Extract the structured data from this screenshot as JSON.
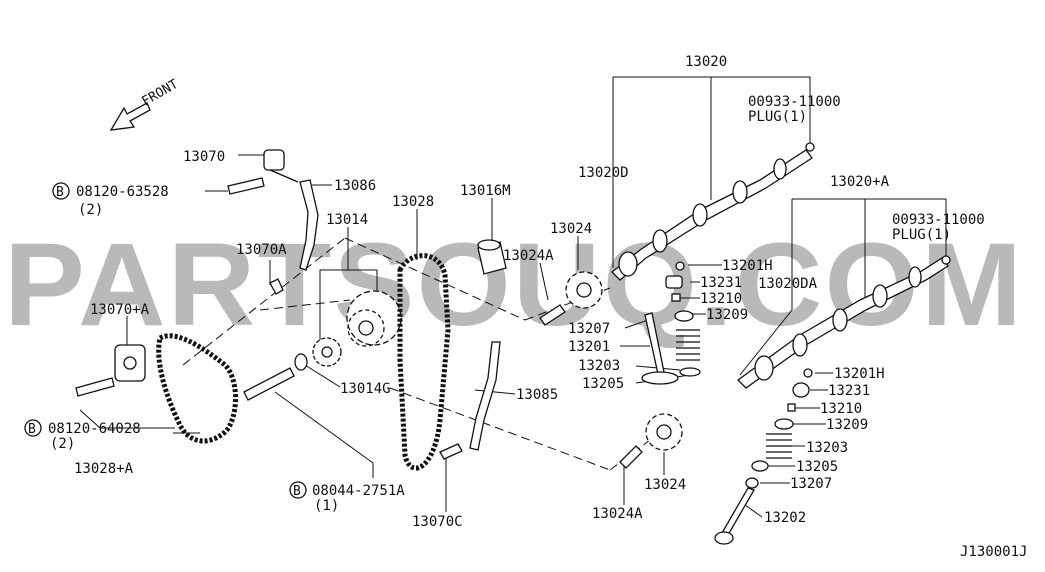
{
  "watermark": "PARTSOUQ.COM",
  "front_label": "FRONT",
  "diagram_code": "J130001J",
  "bolt_symbol": "B",
  "labels": {
    "p13020": "13020",
    "p00933_a": "00933-11000",
    "plug_a": "PLUG(1)",
    "p13070": "13070",
    "p08120_63528": "08120-63528",
    "qty_63528": "(2)",
    "p13086": "13086",
    "p13020D": "13020D",
    "p13020_A": "13020+A",
    "p13028": "13028",
    "p13016M": "13016M",
    "p13014": "13014",
    "p00933_b": "00933-11000",
    "plug_b": "PLUG(1)",
    "p13024_top": "13024",
    "p13070A": "13070A",
    "p13024A_top": "13024A",
    "p13201H_top": "13201H",
    "p13020DA": "13020DA",
    "p13231_top": "13231",
    "p13210_top": "13210",
    "p13070_A": "13070+A",
    "p13209_top": "13209",
    "p13207_top": "13207",
    "p13201": "13201",
    "p13203_top": "13203",
    "p13201H_right": "13201H",
    "p13205_top": "13205",
    "p13014G": "13014G",
    "p13231_right": "13231",
    "p13085": "13085",
    "p13210_right": "13210",
    "p08120_64028": "08120-64028",
    "p13209_right": "13209",
    "qty_64028": "(2)",
    "p13203_right": "13203",
    "p13028_A": "13028+A",
    "p13205_right": "13205",
    "p13024_bottom": "13024",
    "p13207_right": "13207",
    "p08044_2751A": "08044-2751A",
    "qty_2751A": "(1)",
    "p13024A_bottom": "13024A",
    "p13202": "13202",
    "p13070C": "13070C"
  }
}
